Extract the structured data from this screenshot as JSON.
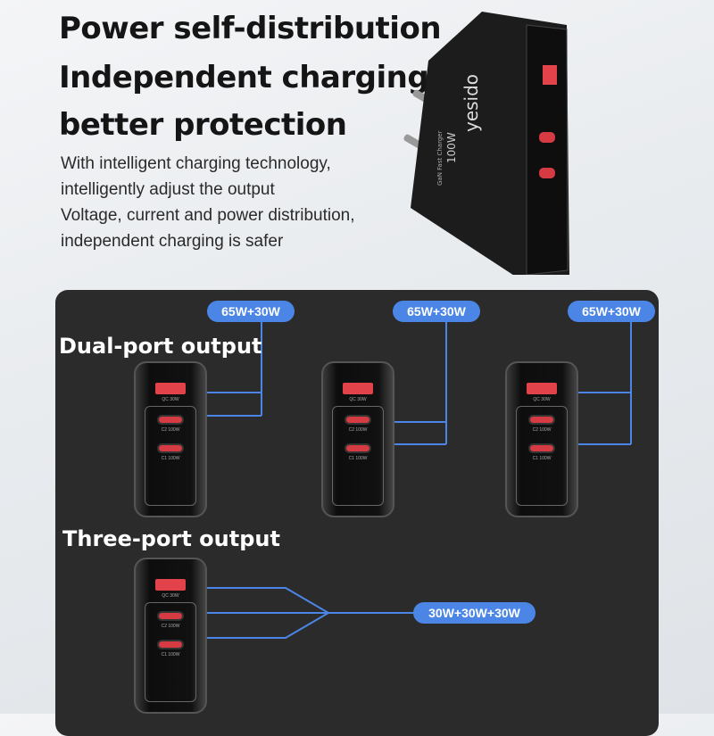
{
  "headline": [
    "Power self-distribution",
    "Independent charging,",
    "better protection"
  ],
  "description": [
    "With intelligent charging technology,",
    "intelligently adjust the output",
    "Voltage, current and power distribution,",
    "independent charging is safer"
  ],
  "product": {
    "brand": "Yesido",
    "model_text": "100W",
    "sub_text": "GaN Fast Charger",
    "ports": {
      "a": "QC 30W",
      "c2": "C2 100W",
      "c1": "C1 100W"
    }
  },
  "dual": {
    "title": "Dual-port output",
    "badges": [
      "65W+30W",
      "65W+30W",
      "65W+30W"
    ]
  },
  "three": {
    "title": "Three-port output",
    "badge": "30W+30W+30W"
  },
  "colors": {
    "accent": "#4b86e6",
    "port": "#e2424a",
    "panel": "#2b2b2c"
  }
}
